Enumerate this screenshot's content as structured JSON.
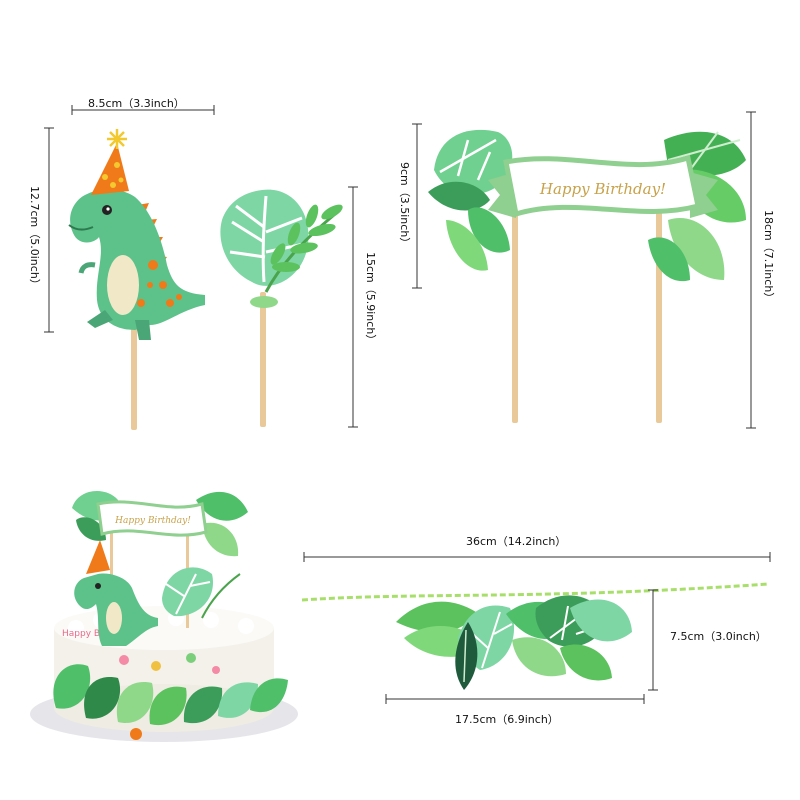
{
  "measurements": {
    "dino_width": "8.5cm（3.3inch）",
    "dino_height": "12.7cm（5.0inch）",
    "leaf_height": "15cm（5.9inch）",
    "banner_height": "9cm（3.5inch）",
    "banner_total_height": "18cm（7.1inch）",
    "garland_length": "36cm（14.2inch）",
    "garland_height": "7.5cm（3.0inch）",
    "garland_width": "17.5cm（6.9inch）"
  },
  "banner": {
    "text": "Happy Birthday!"
  },
  "cake": {
    "banner_text": "Happy Birthday!",
    "side_text": "Happy Birthday"
  },
  "colors": {
    "leaf_green": "#4fbf6a",
    "light_green": "#8fd88a",
    "dino_green": "#5cc28a",
    "orange": "#f07a1a",
    "stick": "#e9c99a",
    "text_gold": "#c8a24a"
  }
}
